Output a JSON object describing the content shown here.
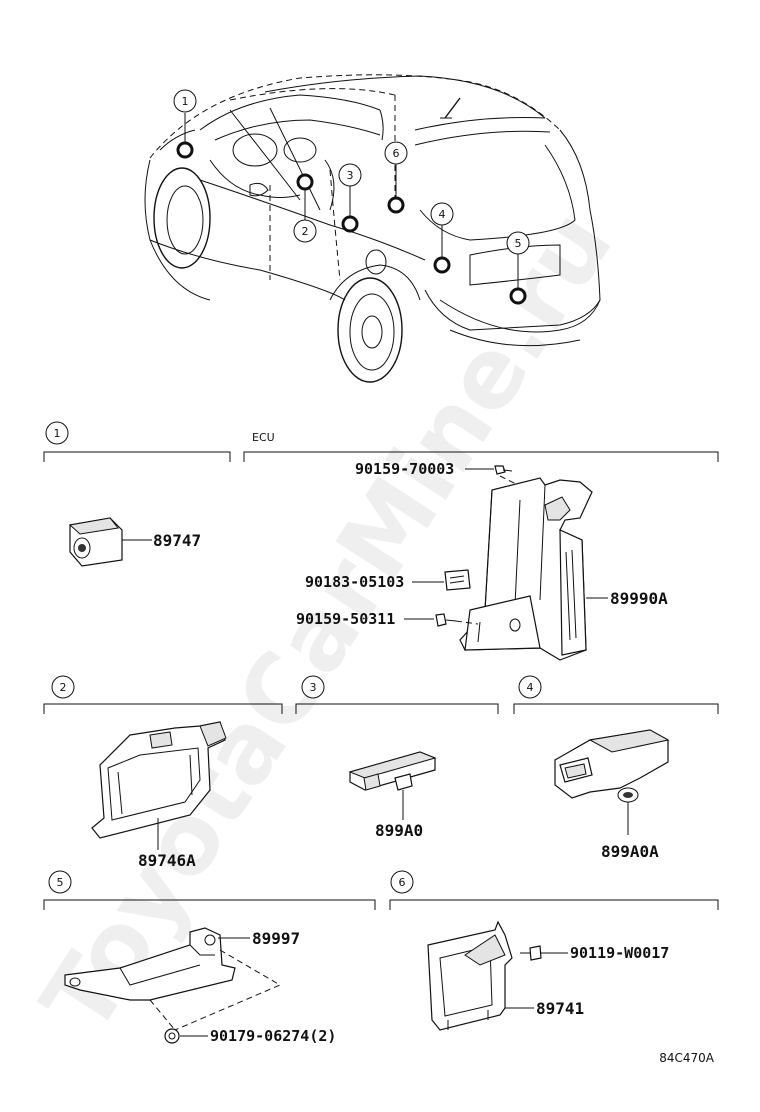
{
  "diagram": {
    "callouts": [
      "1",
      "2",
      "3",
      "4",
      "5",
      "6"
    ],
    "sections": {
      "s1": {
        "number": "1",
        "parts": [
          "89747"
        ]
      },
      "ecu": {
        "label": "ECU",
        "parts": [
          "90159-70003",
          "90183-05103",
          "90159-50311",
          "89990A"
        ]
      },
      "s2": {
        "number": "2",
        "parts": [
          "89746A"
        ]
      },
      "s3": {
        "number": "3",
        "parts": [
          "899A0"
        ]
      },
      "s4": {
        "number": "4",
        "parts": [
          "899A0A"
        ]
      },
      "s5": {
        "number": "5",
        "parts": [
          "89997",
          "90179-06274(2)"
        ]
      },
      "s6": {
        "number": "6",
        "parts": [
          "90119-W0017",
          "89741"
        ]
      }
    },
    "reference_code": "84C470A",
    "watermark": "ToyotaCarMine.ru"
  }
}
